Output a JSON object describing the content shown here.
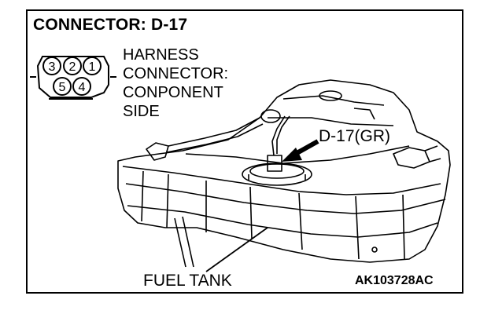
{
  "title": "CONNECTOR: D-17",
  "connector_pins": {
    "top_row": [
      "3",
      "2",
      "1"
    ],
    "bottom_row": [
      "5",
      "4"
    ]
  },
  "harness_label": {
    "line1": "HARNESS",
    "line2": "CONNECTOR:",
    "line3": "CONPONENT",
    "line4": "SIDE"
  },
  "callout": "D-17(GR)",
  "tank_label": "FUEL TANK",
  "figure_code": "AK103728AC"
}
